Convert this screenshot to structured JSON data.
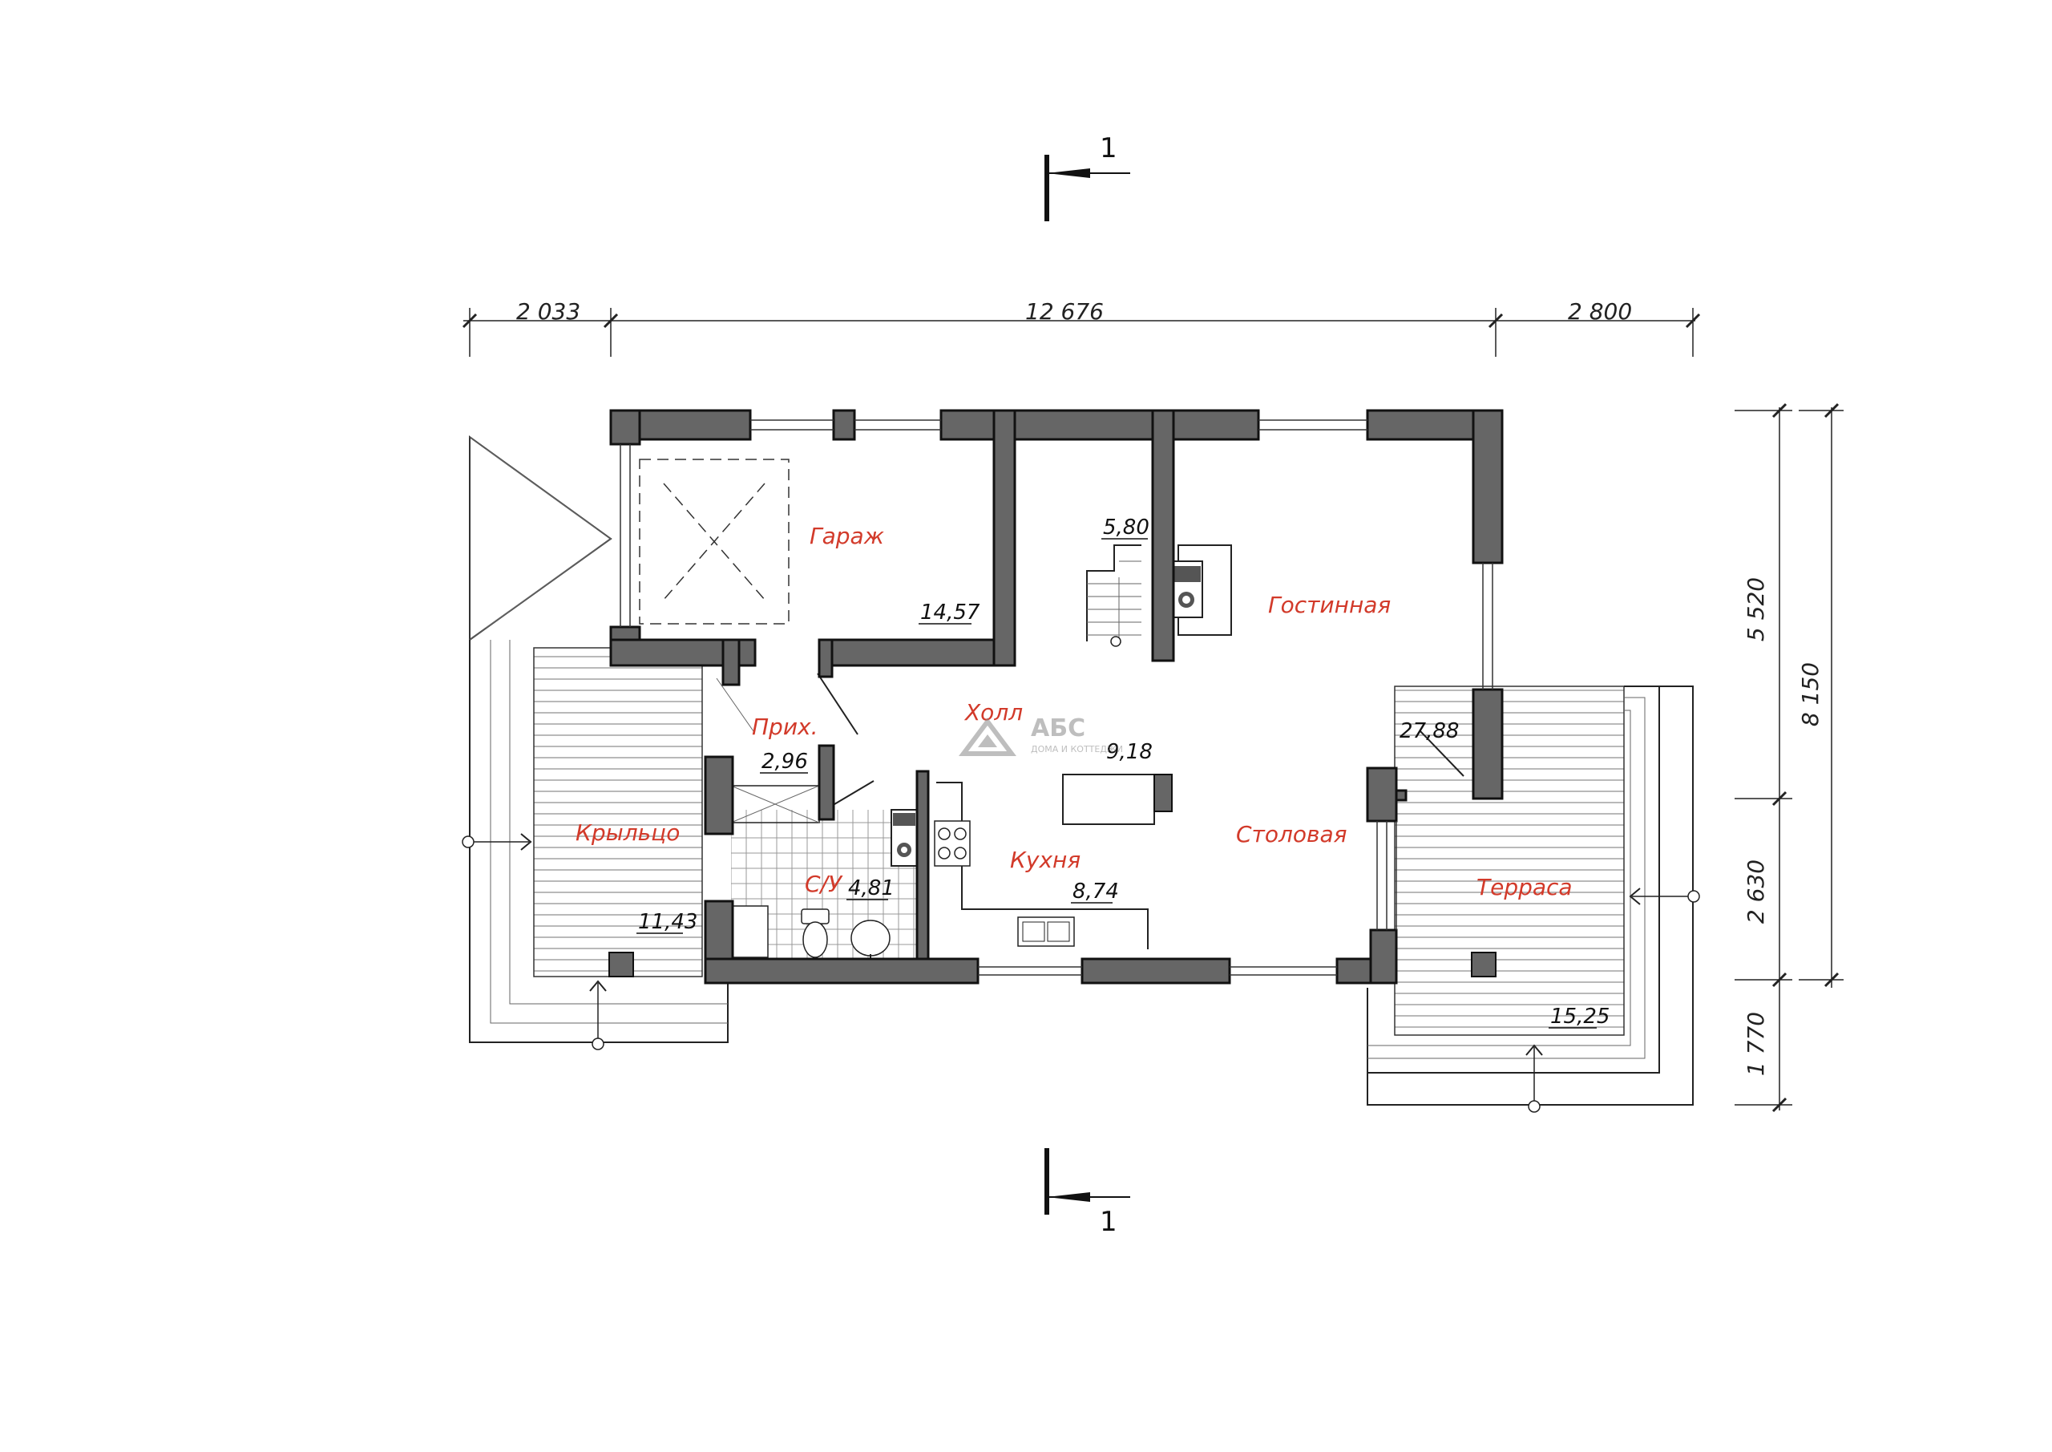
{
  "section": {
    "top_label": "1",
    "bottom_label": "1"
  },
  "dimensions": {
    "top": [
      "2 033",
      "12 676",
      "2 800"
    ],
    "right_inner": [
      "5 520",
      "2 630",
      "1 770"
    ],
    "right_total": "8 150"
  },
  "rooms": {
    "garage": {
      "name": "Гараж",
      "area": "14,57"
    },
    "stair": {
      "area": "5,80"
    },
    "living": {
      "name": "Гостинная",
      "area": "27,88"
    },
    "hall": {
      "name": "Холл",
      "area": "9,18"
    },
    "entry": {
      "name": "Прих.",
      "area": "2,96"
    },
    "porch": {
      "name": "Крыльцо",
      "area": "11,43"
    },
    "wc": {
      "name": "С/У",
      "area": "4,81"
    },
    "kitchen": {
      "name": "Кухня",
      "area": "8,74"
    },
    "dining": {
      "name": "Столовая"
    },
    "terrace": {
      "name": "Терраса",
      "area": "15,25"
    }
  },
  "logo": {
    "mark": "АБС",
    "tagline": "ДОМА И КОТТЕДЖИ"
  }
}
